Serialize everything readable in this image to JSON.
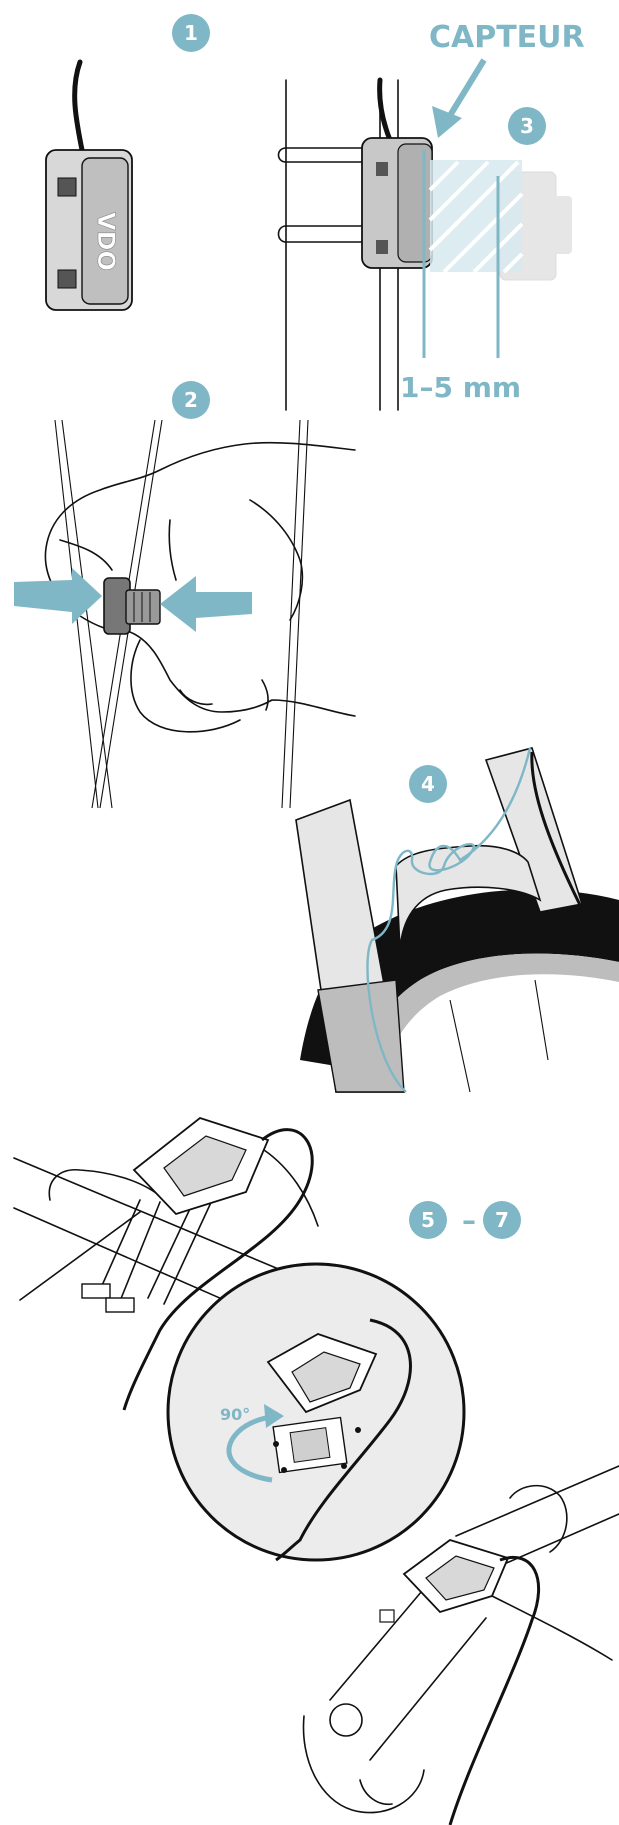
{
  "steps": {
    "s1": "1",
    "s2": "2",
    "s3": "3",
    "s4": "4",
    "s5": "5",
    "dash": "–",
    "s7": "7"
  },
  "labels": {
    "sensor": "CAPTEUR",
    "gap": "1–5 mm",
    "angle": "90°",
    "brand": "VDO"
  },
  "colors": {
    "accent": "#7fb7c6",
    "ink": "#111111",
    "gray": "#c8c8c8"
  }
}
